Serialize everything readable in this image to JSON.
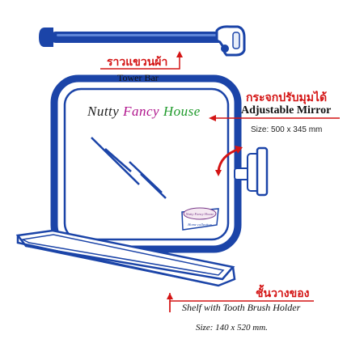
{
  "tower_bar": {
    "thai_label": "ราวแขวนผ้า",
    "english_label": "Tower Bar"
  },
  "mirror": {
    "brand": {
      "word1": "Nutty",
      "word2": "Fancy",
      "word3": "House"
    },
    "thai_label": "กระจกปรับมุมได้",
    "english_label": "Adjustable Mirror",
    "size": "Size: 500 x 345 mm",
    "badge_top": "Nutty Fancy House",
    "badge_bottom": "Home collection"
  },
  "shelf": {
    "thai_label": "ชั้นวางของ",
    "english_label": "Shelf with Tooth Brush Holder",
    "size": "Size: 140 x 520 mm."
  },
  "colors": {
    "frame_blue": "#1b44a8",
    "arrow_red": "#d41414",
    "brand_word1": "#222222",
    "brand_word2": "#b0148c",
    "brand_word3": "#1e9a2a"
  }
}
